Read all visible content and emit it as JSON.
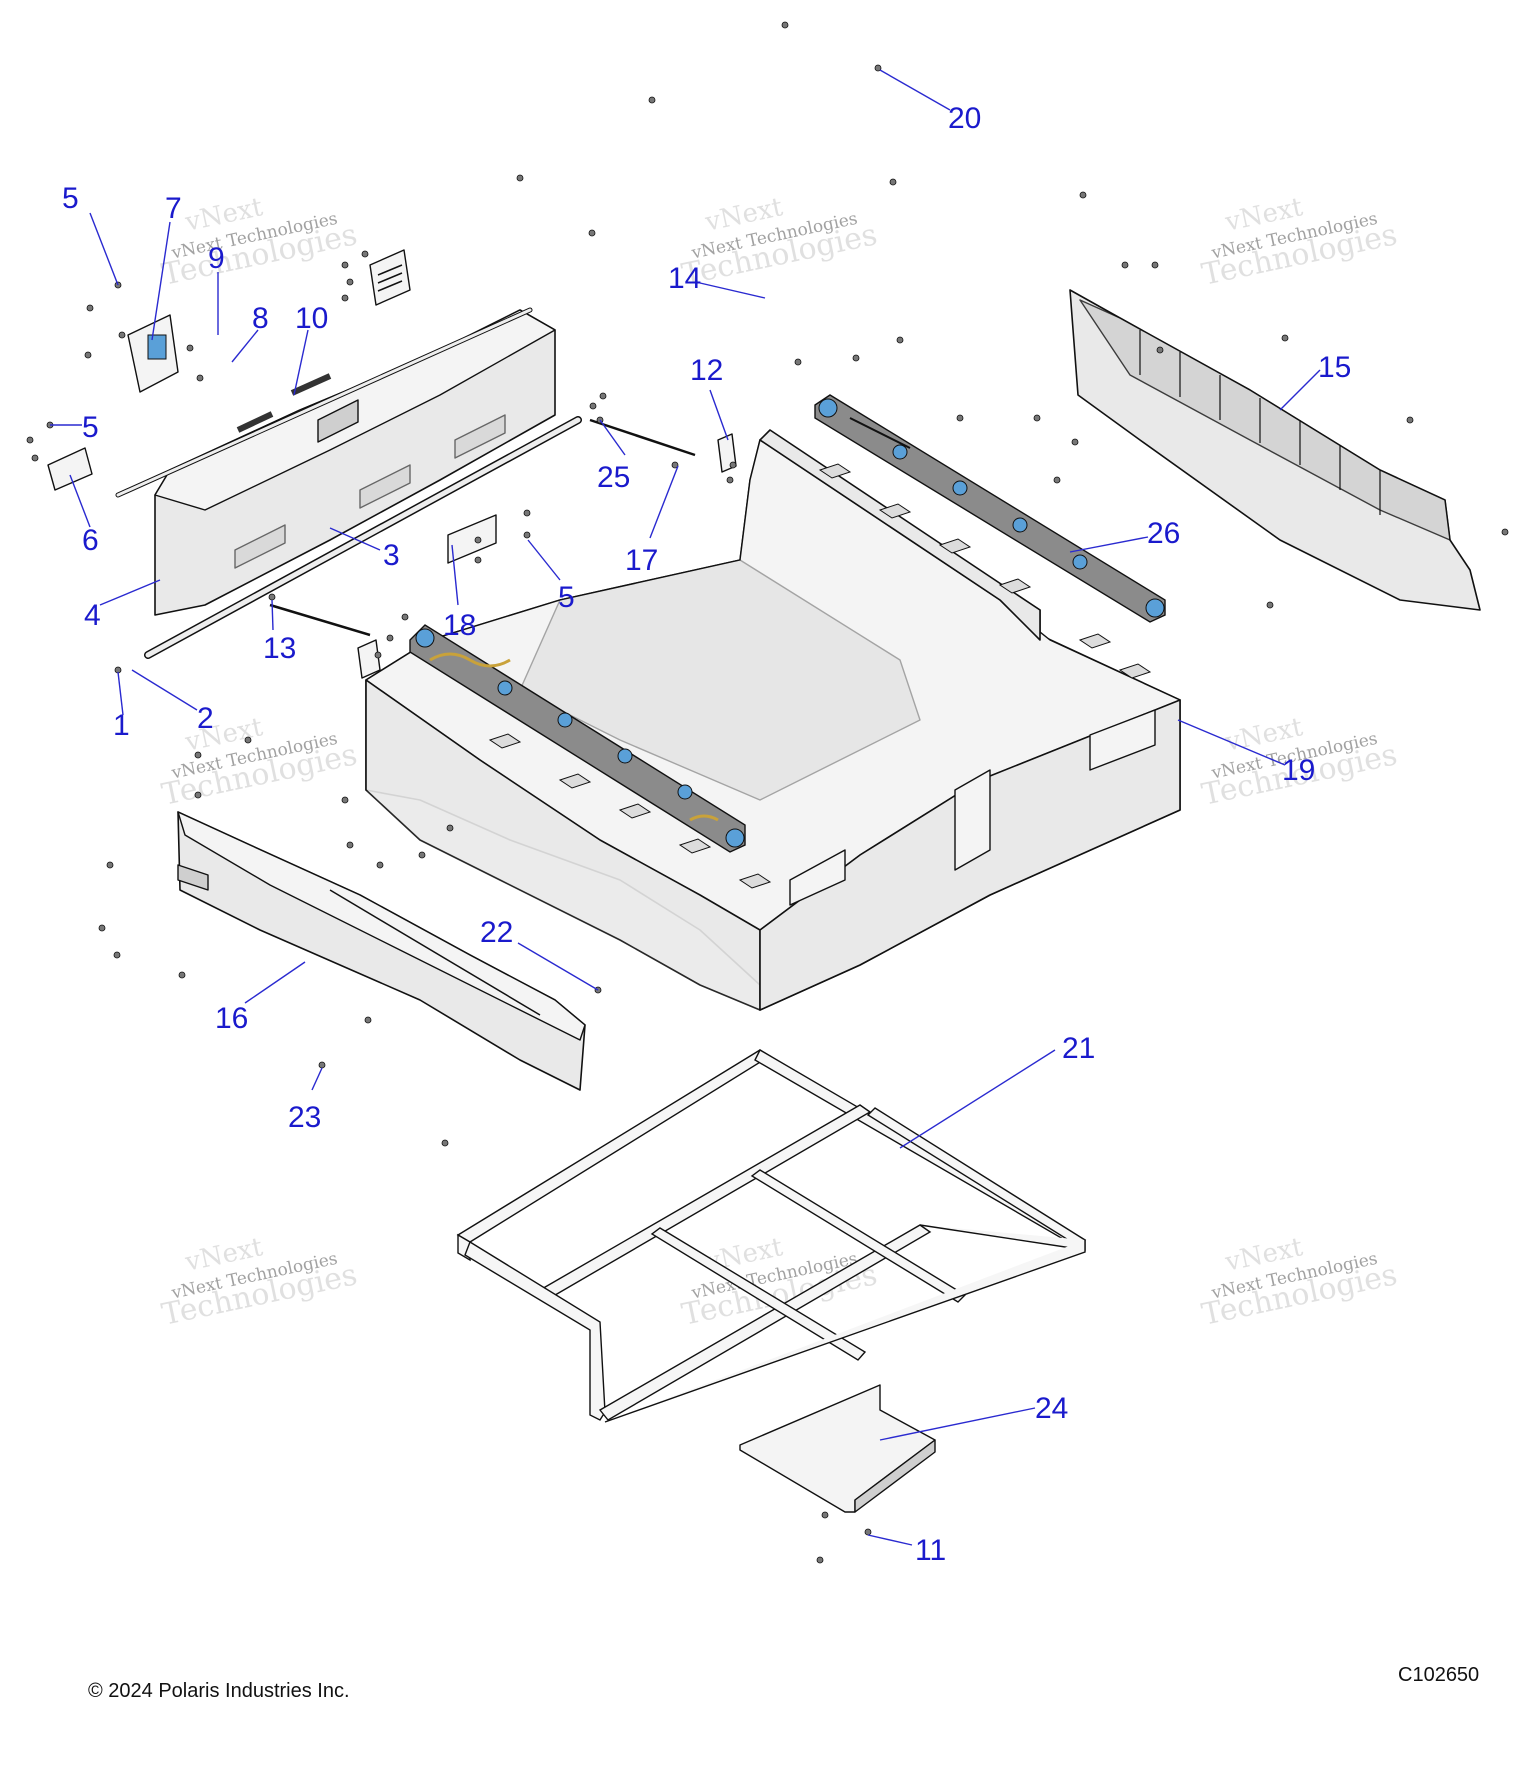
{
  "callouts": [
    "5",
    "7",
    "9",
    "8",
    "10",
    "5",
    "6",
    "4",
    "3",
    "18",
    "5",
    "13",
    "2",
    "1",
    "12",
    "25",
    "17",
    "14",
    "20",
    "15",
    "26",
    "19",
    "22",
    "16",
    "23",
    "21",
    "24",
    "11"
  ],
  "watermark": {
    "line1": "vNext",
    "line2": "vNext Technologies",
    "line3": "Technologies"
  },
  "footer": {
    "copyright": "© 2024 Polaris Industries Inc.",
    "drawing_id": "C102650"
  },
  "colors": {
    "callout": "#1a1acc",
    "line": "#111111",
    "rail": "#8b8b8b",
    "cap": "#5aa0d8"
  }
}
